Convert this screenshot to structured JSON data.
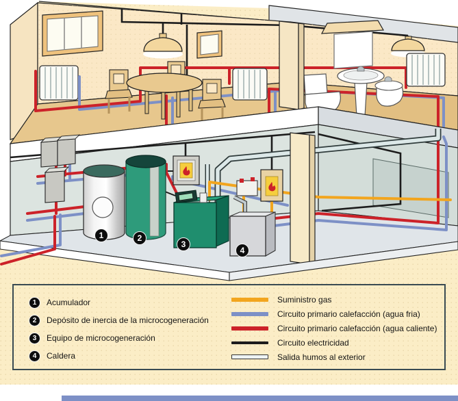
{
  "legend": {
    "equipment": [
      {
        "number": "1",
        "label": "Acumulador"
      },
      {
        "number": "2",
        "label": "Depósito de inercia de la microcogeneración"
      },
      {
        "number": "3",
        "label": "Equipo de microcogeneración"
      },
      {
        "number": "4",
        "label": "Caldera"
      }
    ],
    "lines": [
      {
        "label": "Suministro gas",
        "color": "#F2A51E"
      },
      {
        "label": "Circuito primario calefacción (agua fria)",
        "color": "#7D90C6"
      },
      {
        "label": "Circuito primario calefacción (agua caliente)",
        "color": "#CC2229"
      },
      {
        "label": "Circuito electricidad",
        "color": "#1C1C1C"
      },
      {
        "label": "Salida humos al exterior",
        "color": "#EDF3F3",
        "outline": "#333333"
      }
    ]
  },
  "diagram": {
    "markers": {
      "acumulador": "1",
      "deposito": "2",
      "equipo": "3",
      "caldera": "4"
    },
    "colors": {
      "background": "#FBEDC6",
      "wall_upper": "#FBE8C6",
      "wall_basement": "#DCE4E0",
      "floor_tan": "#E7C78D",
      "pipe_hot": "#CC2229",
      "pipe_cold": "#7D90C6",
      "pipe_gas": "#F2A51E",
      "pipe_electric": "#1C1C1C",
      "flue": "#DCE8E8",
      "equipment_green": "#1F8E6E",
      "gas_meter_yellow": "#F6CE3D"
    }
  }
}
